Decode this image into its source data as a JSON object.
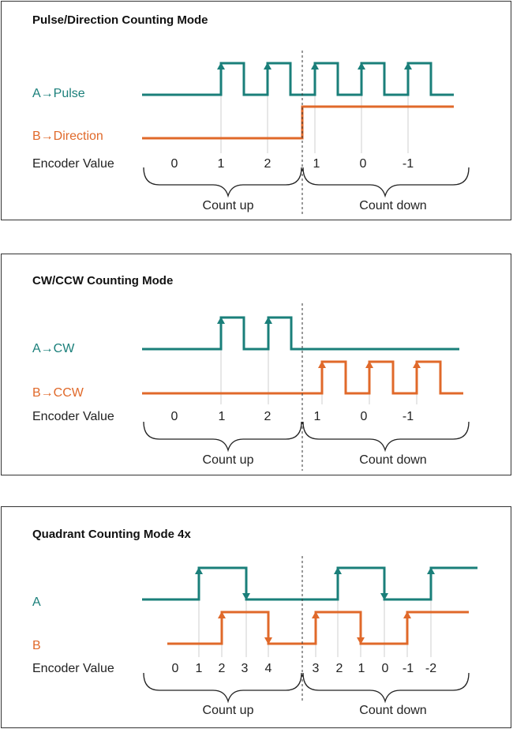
{
  "panels": [
    {
      "title": "Pulse/Direction Counting Mode",
      "label_a": "A→Pulse",
      "label_b": "B→Direction",
      "encoder_label": "Encoder Value",
      "values": [
        "0",
        "1",
        "2",
        "1",
        "0",
        "-1"
      ],
      "count_up": "Count up",
      "count_down": "Count down"
    },
    {
      "title": "CW/CCW Counting Mode",
      "label_a": "A→CW",
      "label_b": "B→CCW",
      "encoder_label": "Encoder Value",
      "values": [
        "0",
        "1",
        "2",
        "1",
        "0",
        "-1"
      ],
      "count_up": "Count up",
      "count_down": "Count down"
    },
    {
      "title": "Quadrant Counting Mode 4x",
      "label_a": "A",
      "label_b": "B",
      "encoder_label": "Encoder Value",
      "values": [
        "0",
        "1",
        "2",
        "3",
        "4",
        "3",
        "2",
        "1",
        "0",
        "-1",
        "-2"
      ],
      "count_up": "Count up",
      "count_down": "Count down"
    }
  ],
  "colors": {
    "signal_a": "#1a7f7a",
    "signal_b": "#e0692a",
    "text": "#222222"
  }
}
